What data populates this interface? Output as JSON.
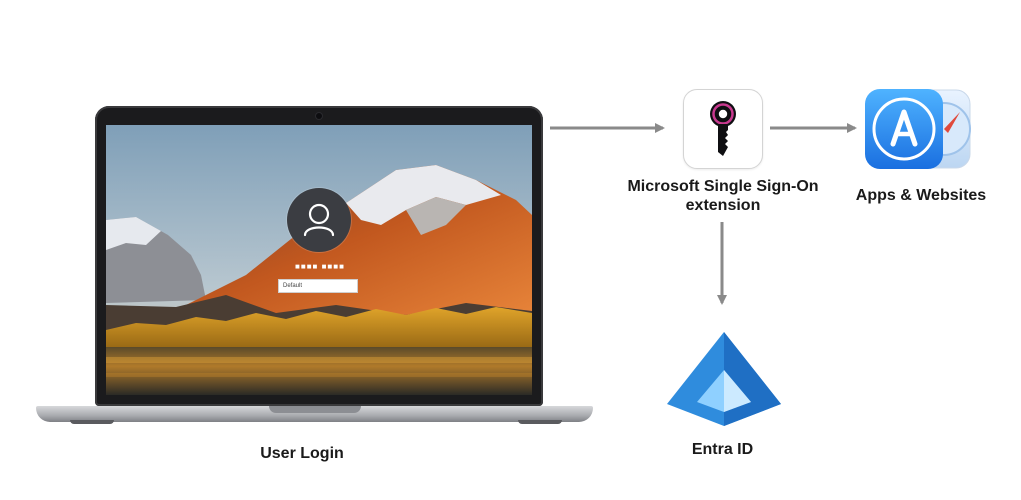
{
  "nodes": {
    "user_login": {
      "label": "User Login"
    },
    "sso_extension": {
      "label_line1": "Microsoft Single Sign-On",
      "label_line2": "extension"
    },
    "apps_websites": {
      "label": "Apps & Websites"
    },
    "entra_id": {
      "label": "Entra ID"
    }
  },
  "login_screen": {
    "field_value": "Default"
  },
  "colors": {
    "arrow": "#8a8a8a",
    "entra_blue": "#2f8cdd",
    "entra_light": "#8fd0ff",
    "appstore_blue": "#1c7cf0",
    "key_color": "#0f0f12",
    "key_ring": "#c8398f"
  },
  "edges": [
    {
      "from": "user_login",
      "to": "sso_extension"
    },
    {
      "from": "sso_extension",
      "to": "apps_websites"
    },
    {
      "from": "sso_extension",
      "to": "entra_id"
    }
  ]
}
